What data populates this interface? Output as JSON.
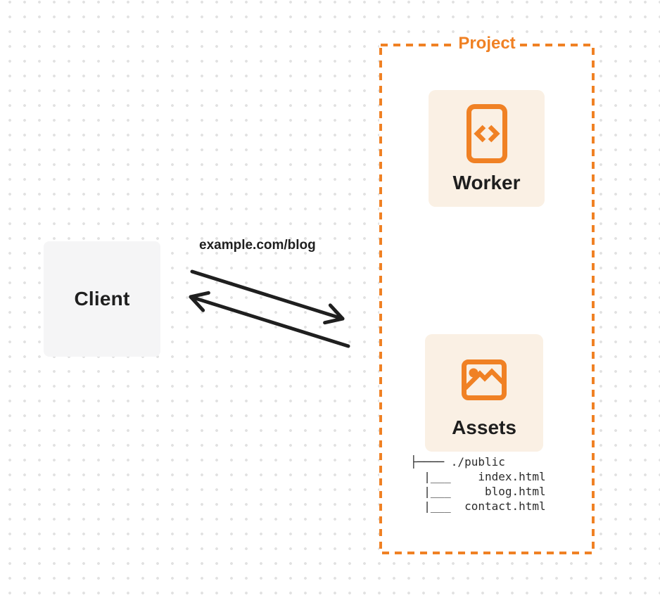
{
  "colors": {
    "accent_orange": "#f08124",
    "card_background": "#faf0e4",
    "client_background": "#f5f5f6",
    "arrow_color": "#1f1f1f",
    "text_dark": "#1e1e1e",
    "dot_grid": "#e1e1e1"
  },
  "client": {
    "label": "Client"
  },
  "request": {
    "label": "example.com/blog"
  },
  "project": {
    "label": "Project",
    "worker": {
      "label": "Worker",
      "icon": "code-document-icon"
    },
    "assets": {
      "label": "Assets",
      "icon": "image-icon"
    },
    "file_tree": {
      "line1": "├──── ./public",
      "line2": "  |___    index.html",
      "line3": "  |___     blog.html",
      "line4": "  |___  contact.html"
    }
  }
}
